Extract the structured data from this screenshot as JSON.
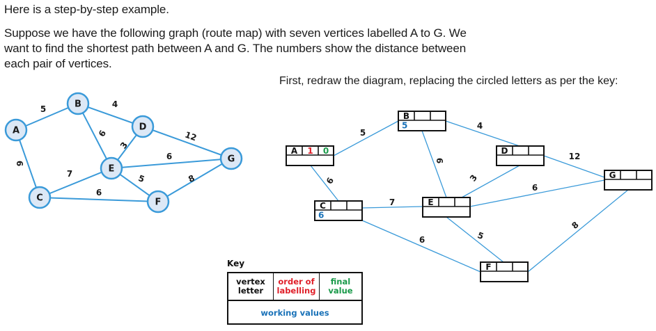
{
  "text": {
    "intro": "Here is a step-by-step example.",
    "description": "Suppose we have the following graph (route map) with seven vertices labelled A to G. We want to find the shortest path between A and G. The numbers show the distance between each pair of vertices.",
    "instruction": "First, redraw the diagram, replacing the circled letters as per the key:"
  },
  "colors": {
    "edge": "#3a9ad9",
    "node_fill": "#dce8f6",
    "order_of_labelling": "#e0202a",
    "final_value": "#1a9a4a",
    "working_values": "#1a72b8"
  },
  "graph": {
    "vertices": [
      "A",
      "B",
      "C",
      "D",
      "E",
      "F",
      "G"
    ],
    "edges": [
      {
        "from": "A",
        "to": "B",
        "weight": "5"
      },
      {
        "from": "A",
        "to": "C",
        "weight": "6"
      },
      {
        "from": "B",
        "to": "D",
        "weight": "4"
      },
      {
        "from": "B",
        "to": "E",
        "weight": "6"
      },
      {
        "from": "D",
        "to": "E",
        "weight": "3"
      },
      {
        "from": "D",
        "to": "G",
        "weight": "12"
      },
      {
        "from": "C",
        "to": "E",
        "weight": "7"
      },
      {
        "from": "E",
        "to": "G",
        "weight": "6"
      },
      {
        "from": "E",
        "to": "F",
        "weight": "5"
      },
      {
        "from": "C",
        "to": "F",
        "weight": "6"
      },
      {
        "from": "F",
        "to": "G",
        "weight": "8"
      }
    ]
  },
  "labelled_graph": {
    "boxes": [
      {
        "letter": "A",
        "order": "1",
        "final": "0",
        "working": ""
      },
      {
        "letter": "B",
        "order": "",
        "final": "",
        "working": "5"
      },
      {
        "letter": "C",
        "order": "",
        "final": "",
        "working": "6"
      },
      {
        "letter": "D",
        "order": "",
        "final": "",
        "working": ""
      },
      {
        "letter": "E",
        "order": "",
        "final": "",
        "working": ""
      },
      {
        "letter": "F",
        "order": "",
        "final": "",
        "working": ""
      },
      {
        "letter": "G",
        "order": "",
        "final": "",
        "working": ""
      }
    ]
  },
  "key": {
    "title": "Key",
    "vertex_letter": "vertex letter",
    "order_of_labelling": "order of labelling",
    "final_value": "final value",
    "working_values": "working values"
  }
}
